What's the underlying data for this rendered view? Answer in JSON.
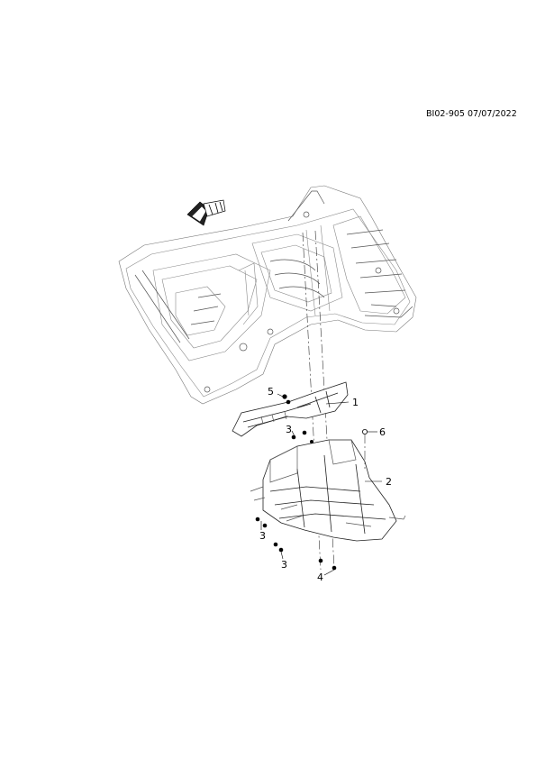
{
  "doc_code": "BI02-905 07/07/2022",
  "callouts": {
    "c1": "1",
    "c2": "2",
    "c3a": "3",
    "c3b": "3",
    "c3c": "3",
    "c4": "4",
    "c5": "5",
    "c6": "6"
  },
  "icons": {
    "orientation": "orientation-arrow-icon"
  }
}
